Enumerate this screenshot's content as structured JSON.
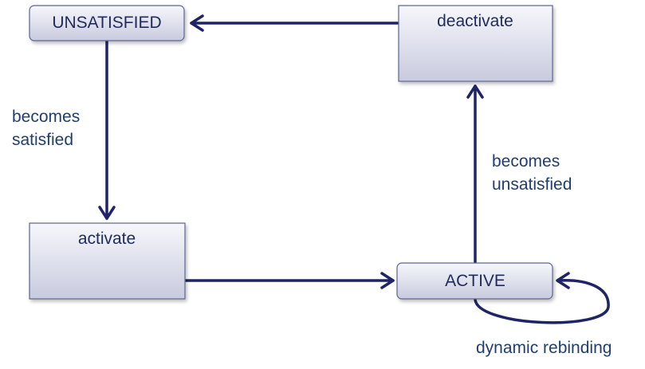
{
  "nodes": {
    "unsatisfied": {
      "label": "UNSATISFIED"
    },
    "deactivate": {
      "label": "deactivate"
    },
    "activate": {
      "label": "activate"
    },
    "active": {
      "label": "ACTIVE"
    }
  },
  "edges": {
    "becomes_satisfied": {
      "line1": "becomes",
      "line2": "satisfied"
    },
    "becomes_unsatisfied": {
      "line1": "becomes",
      "line2": "unsatisfied"
    },
    "dynamic_rebinding": {
      "label": "dynamic rebinding"
    }
  },
  "colors": {
    "arrow": "#1f2466",
    "node_border": "#5b6590",
    "node_fill_top": "#f4f5fa",
    "node_fill_bottom": "#c9cbe0",
    "text_dark": "#1f2a5e",
    "edge_text": "#1f3f6e"
  }
}
